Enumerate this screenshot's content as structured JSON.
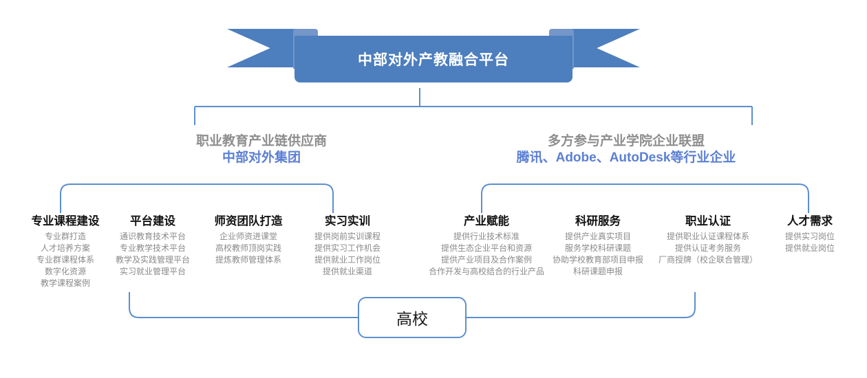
{
  "banner": {
    "title": "中部对外产教融合平台",
    "color": "#4d7ebe",
    "fold_color": "#7596c9",
    "text_color": "#ffffff"
  },
  "groups": {
    "left": {
      "supplier_label": "职业教育产业链供应商",
      "entity": "中部对外集团"
    },
    "right": {
      "supplier_label": "多方参与产业学院企业联盟",
      "entity": "腾讯、Adobe、AutoDesk等行业企业"
    }
  },
  "colors": {
    "connector": "#5b8fd0",
    "gray_heading": "#8e8e8e",
    "blue_heading": "#5b7fd4",
    "item_text": "#8a8a8a"
  },
  "columns": [
    {
      "title": "专业课程建设",
      "items": [
        "专业群打造",
        "人才培养方案",
        "专业群课程体系",
        "数字化资源",
        "教学课程案例"
      ]
    },
    {
      "title": "平台建设",
      "items": [
        "通识教育技术平台",
        "专业教学技术平台",
        "教学及实践管理平台",
        "实习就业管理平台"
      ]
    },
    {
      "title": "师资团队打造",
      "items": [
        "企业师资进课堂",
        "高校教师顶岗实践",
        "提炼教师管理体系"
      ]
    },
    {
      "title": "实习实训",
      "items": [
        "提供岗前实训课程",
        "提供实习工作机会",
        "提供就业工作岗位",
        "提供就业渠道"
      ]
    },
    {
      "title": "产业赋能",
      "items": [
        "提供行业技术标准",
        "提供生态企业平台和资源",
        "提供产业项目及合作案例",
        "合作开发与高校结合的行业产品"
      ]
    },
    {
      "title": "科研服务",
      "items": [
        "提供产业真实项目",
        "服务学校科研课题",
        "协助学校教育部项目申报",
        "科研课题申报"
      ]
    },
    {
      "title": "职业认证",
      "items": [
        "提供职业认证课程体系",
        "提供认证考务服务",
        "厂商授牌（校企联合管理）"
      ]
    },
    {
      "title": "人才需求",
      "items": [
        "提供实习岗位",
        "提供就业岗位"
      ]
    }
  ],
  "bottom_node": {
    "label": "高校"
  }
}
